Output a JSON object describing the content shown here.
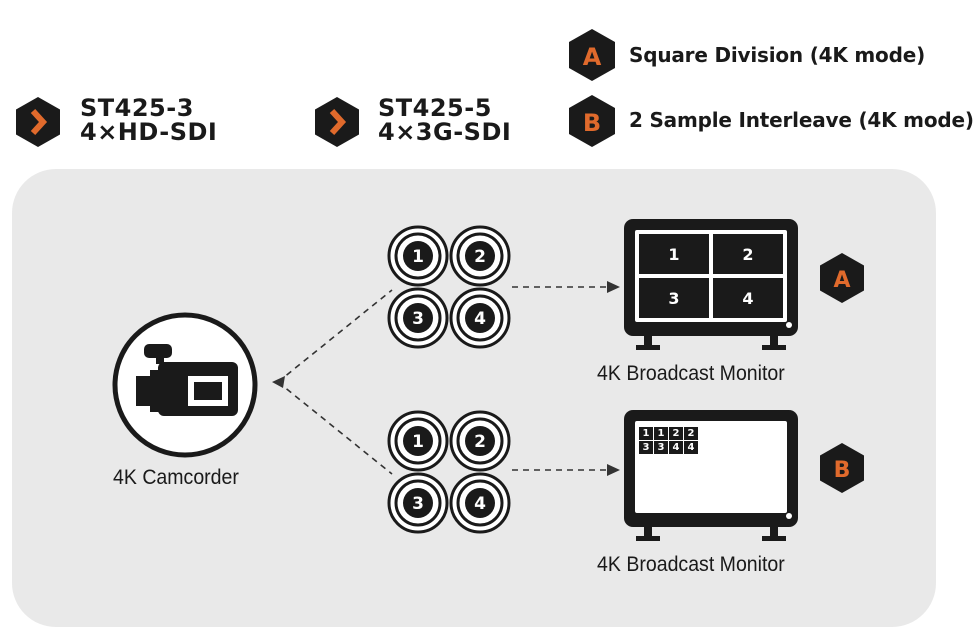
{
  "legend": {
    "standards": [
      {
        "line1": "ST425-3",
        "line2": "4×HD-SDI",
        "icon": "chevron-right-icon"
      },
      {
        "line1": "ST425-5",
        "line2": "4×3G-SDI",
        "icon": "chevron-right-icon"
      }
    ],
    "modes": [
      {
        "badge": "A",
        "text": "Square Division (4K mode)"
      },
      {
        "badge": "B",
        "text": "2 Sample Interleave (4K mode)"
      }
    ]
  },
  "diagram": {
    "source_label": "4K Camcorder",
    "connector_groups": [
      {
        "ports": [
          "1",
          "2",
          "3",
          "4"
        ]
      },
      {
        "ports": [
          "1",
          "2",
          "3",
          "4"
        ]
      }
    ],
    "monitors": [
      {
        "label": "4K Broadcast Monitor",
        "badge": "A",
        "cells": [
          "1",
          "2",
          "3",
          "4"
        ]
      },
      {
        "label": "4K Broadcast Monitor",
        "badge": "B",
        "cells": [
          "1",
          "1",
          "2",
          "2",
          "3",
          "3",
          "4",
          "4"
        ]
      }
    ]
  },
  "colors": {
    "accent": "#e06a2c",
    "dark": "#1a1a1a",
    "panel": "#e9e9e9",
    "white": "#ffffff"
  }
}
